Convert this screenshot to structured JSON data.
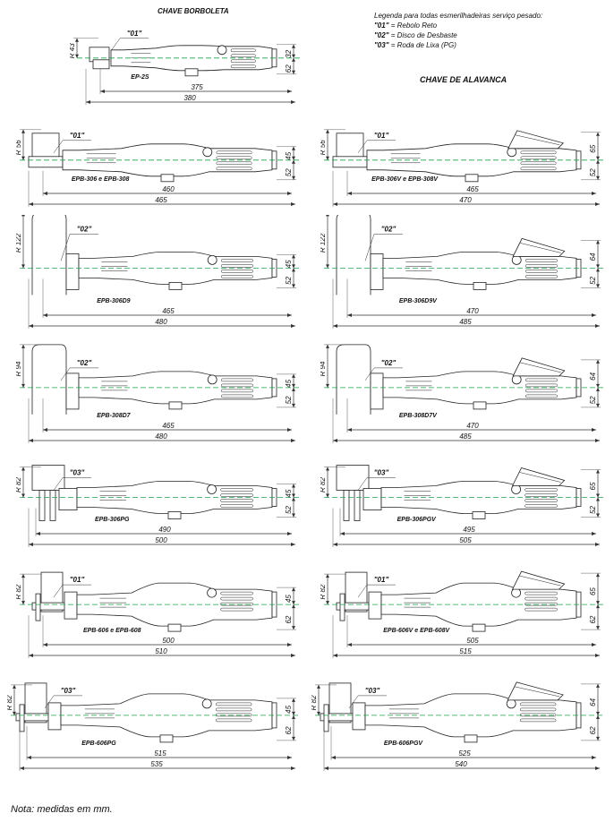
{
  "titles": {
    "butterfly": "CHAVE BORBOLETA",
    "lever": "CHAVE DE ALAVANCA"
  },
  "legend": {
    "heading": "Legenda para todas esmerilhadeiras serviço pesado:",
    "items": [
      {
        "code": "\"01\"",
        "text": "= Rebolo Reto"
      },
      {
        "code": "\"02\"",
        "text": "= Disco de Desbaste"
      },
      {
        "code": "\"03\"",
        "text": "= Roda de Lixa (PG)"
      }
    ]
  },
  "note": "Nota: medidas em mm.",
  "drawings": [
    {
      "model": "EP-2S",
      "callout": "\"01\"",
      "radius": "R 43",
      "top_dim": "32",
      "bottom_dim": "62",
      "inner_len": "375",
      "outer_len": "380",
      "style": "ep",
      "lever": false
    },
    {
      "model": "EPB-306 e EPB-308",
      "callout": "\"01\"",
      "radius": "R 56",
      "top_dim": "45",
      "bottom_dim": "52",
      "inner_len": "460",
      "outer_len": "465",
      "style": "box",
      "lever": false
    },
    {
      "model": "EPB-306V e EPB-308V",
      "callout": "\"01\"",
      "radius": "R 56",
      "top_dim": "65",
      "bottom_dim": "52",
      "inner_len": "465",
      "outer_len": "470",
      "style": "box",
      "lever": true
    },
    {
      "model": "EPB-306D9",
      "callout": "\"02\"",
      "radius": "R 122",
      "top_dim": "45",
      "bottom_dim": "52",
      "inner_len": "465",
      "outer_len": "480",
      "style": "disc",
      "lever": false
    },
    {
      "model": "EPB-306D9V",
      "callout": "\"02\"",
      "radius": "R 122",
      "top_dim": "64",
      "bottom_dim": "52",
      "inner_len": "470",
      "outer_len": "485",
      "style": "disc",
      "lever": true
    },
    {
      "model": "EPB-308D7",
      "callout": "\"02\"",
      "radius": "R 94",
      "top_dim": "45",
      "bottom_dim": "52",
      "inner_len": "465",
      "outer_len": "480",
      "style": "disc7",
      "lever": false
    },
    {
      "model": "EPB-308D7V",
      "callout": "\"02\"",
      "radius": "R 94",
      "top_dim": "64",
      "bottom_dim": "52",
      "inner_len": "470",
      "outer_len": "485",
      "style": "disc7",
      "lever": true
    },
    {
      "model": "EPB-306PG",
      "callout": "\"03\"",
      "radius": "R 82",
      "top_dim": "45",
      "bottom_dim": "52",
      "inner_len": "490",
      "outer_len": "500",
      "style": "pg",
      "lever": false
    },
    {
      "model": "EPB-306PGV",
      "callout": "\"03\"",
      "radius": "R 82",
      "top_dim": "65",
      "bottom_dim": "52",
      "inner_len": "495",
      "outer_len": "505",
      "style": "pg",
      "lever": true
    },
    {
      "model": "EPB-606 e EPB-608",
      "callout": "\"01\"",
      "radius": "R 82",
      "top_dim": "45",
      "bottom_dim": "62",
      "inner_len": "500",
      "outer_len": "510",
      "style": "six",
      "lever": false
    },
    {
      "model": "EPB-606V e EPB-608V",
      "callout": "\"01\"",
      "radius": "R 82",
      "top_dim": "65",
      "bottom_dim": "62",
      "inner_len": "505",
      "outer_len": "515",
      "style": "six",
      "lever": true
    },
    {
      "model": "EPB-606PG",
      "callout": "\"03\"",
      "radius": "R 82",
      "top_dim": "45",
      "bottom_dim": "62",
      "inner_len": "515",
      "outer_len": "535",
      "style": "sixpg",
      "lever": false
    },
    {
      "model": "EPB-606PGV",
      "callout": "\"03\"",
      "radius": "R 82",
      "top_dim": "64",
      "bottom_dim": "62",
      "inner_len": "525",
      "outer_len": "540",
      "style": "sixpg",
      "lever": true
    }
  ]
}
